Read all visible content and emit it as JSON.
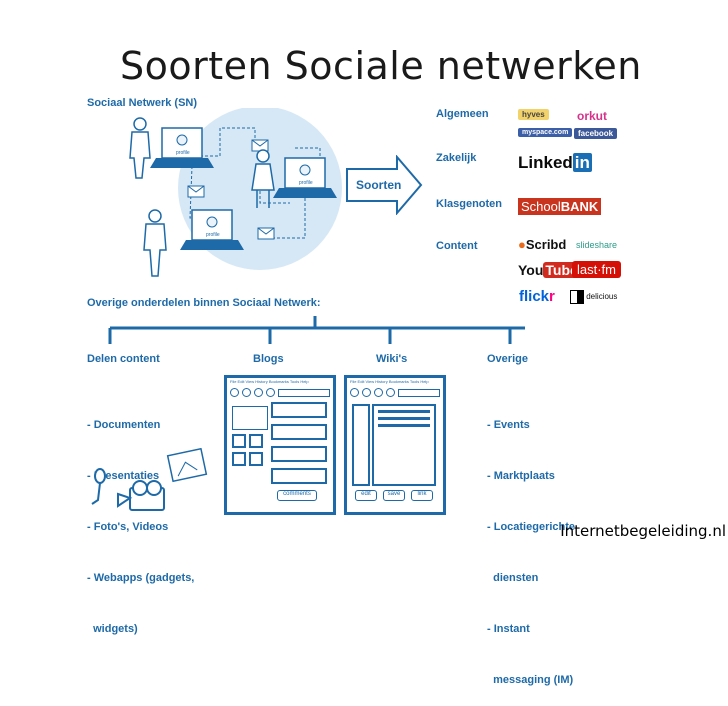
{
  "title": "Soorten Sociale netwerken",
  "sn_label": "Sociaal Netwerk (SN)",
  "soorten_label": "Soorten",
  "profile_label": "profile",
  "categories": [
    {
      "label": "Algemeen"
    },
    {
      "label": "Zakelijk"
    },
    {
      "label": "Klasgenoten"
    },
    {
      "label": "Content"
    }
  ],
  "logos": {
    "hyves": "hyves",
    "orkut": "orkut",
    "myspace": "myspace.com",
    "facebook": "facebook",
    "linkedin_a": "Linked",
    "linkedin_b": "in",
    "schoolbank_a": "School",
    "schoolbank_b": "BANK",
    "scribd": "Scribd",
    "slideshare": "slideshare",
    "youtube_a": "You",
    "youtube_b": "Tube",
    "lastfm": "last·fm",
    "flickr_a": "flick",
    "flickr_b": "r",
    "delicious": "delicious"
  },
  "overige_heading": "Overige onderdelen binnen Sociaal Netwerk:",
  "sections": {
    "delen": {
      "heading": "Delen content",
      "items": [
        "- Documenten",
        "- Presentaties",
        "- Foto's, Videos",
        "- Webapps (gadgets,",
        "  widgets)"
      ]
    },
    "blogs": {
      "heading": "Blogs"
    },
    "wikis": {
      "heading": "Wiki's"
    },
    "overige": {
      "heading": "Overige",
      "items": [
        "- Events",
        "- Marktplaats",
        "- Locatiegerichte",
        "  diensten",
        "- Instant",
        "  messaging (IM)"
      ]
    }
  },
  "blog_mock": {
    "menu": "File Edit View History Bookmarks Tools Help",
    "button": "comments"
  },
  "wiki_mock": {
    "menu": "File Edit View History Bookmarks Tools Help",
    "buttons": [
      "edit",
      "save",
      "link"
    ]
  },
  "footer": "Internetbegeleiding.nl",
  "colors": {
    "accent": "#1e6aa8",
    "light": "#d6e8f6",
    "title": "#1a1a1a"
  }
}
